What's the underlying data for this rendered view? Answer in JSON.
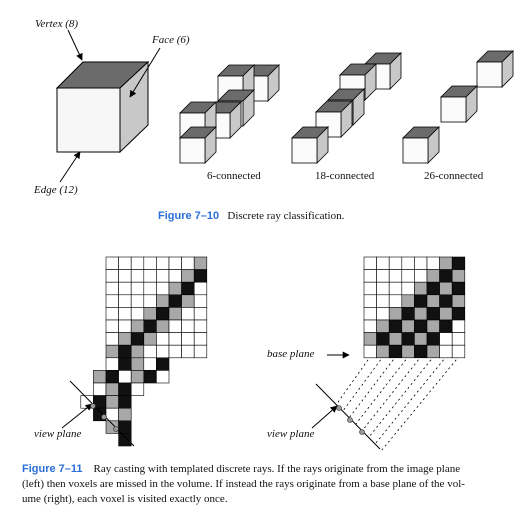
{
  "figure_top": {
    "labels": {
      "vertex": "Vertex (8)",
      "face": "Face (6)",
      "edge": "Edge (12)",
      "six": "6-connected",
      "eighteen": "18-connected",
      "twentysix": "26-connected"
    },
    "caption": {
      "number": "Figure 7–10",
      "text": "Discrete ray classification."
    }
  },
  "figure_bottom": {
    "labels": {
      "view_plane_left": "view plane",
      "view_plane_right": "view plane",
      "base_plane": "base plane"
    },
    "caption": {
      "number": "Figure 7–11",
      "text_line1": "Ray casting with templated discrete rays. If the rays originate from the image plane",
      "text_line2": "(left) then voxels are missed in the volume. If instead the rays originate from a base plane of the vol-",
      "text_line3": "ume (right), each voxel is visited exactly once."
    }
  },
  "colors": {
    "caption_number": "#2a6fd6",
    "cube_top": "#6b6b6b",
    "cube_side": "#c8c8c8",
    "voxel_black": "#111111",
    "voxel_gray": "#a8a8a8"
  }
}
